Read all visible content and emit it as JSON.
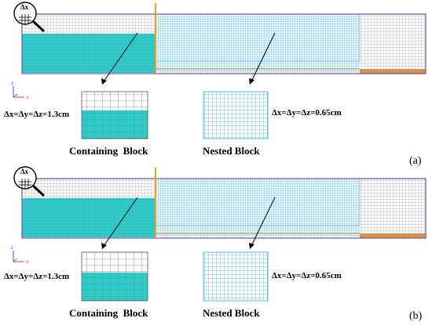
{
  "colors": {
    "water": "#33c9c9",
    "water_fine": "#41b5dc",
    "air_grid": "#8a8a8a",
    "fine_grid": "#3fa9e0",
    "border": "#6b4fb5",
    "bed": "#d7924a",
    "gate": "#f0a020"
  },
  "icons": [
    "magnifier-icon",
    "axes-icon"
  ],
  "panels": [
    {
      "label": "(a)",
      "magnifier_text": "Δx",
      "containing_eq": "Δx=Δy=Δz=1.3cm",
      "nested_eq": "Δx=Δy=Δz=0.65cm",
      "containing_caption": "Containing  Block",
      "nested_caption": "Nested Block"
    },
    {
      "label": "(b)",
      "magnifier_text": "Δx",
      "containing_eq": "Δx=Δy=Δz=1.3cm",
      "nested_eq": "Δx=Δy=Δz=0.65cm",
      "containing_caption": "Containing  Block",
      "nested_caption": "Nested Block"
    }
  ]
}
